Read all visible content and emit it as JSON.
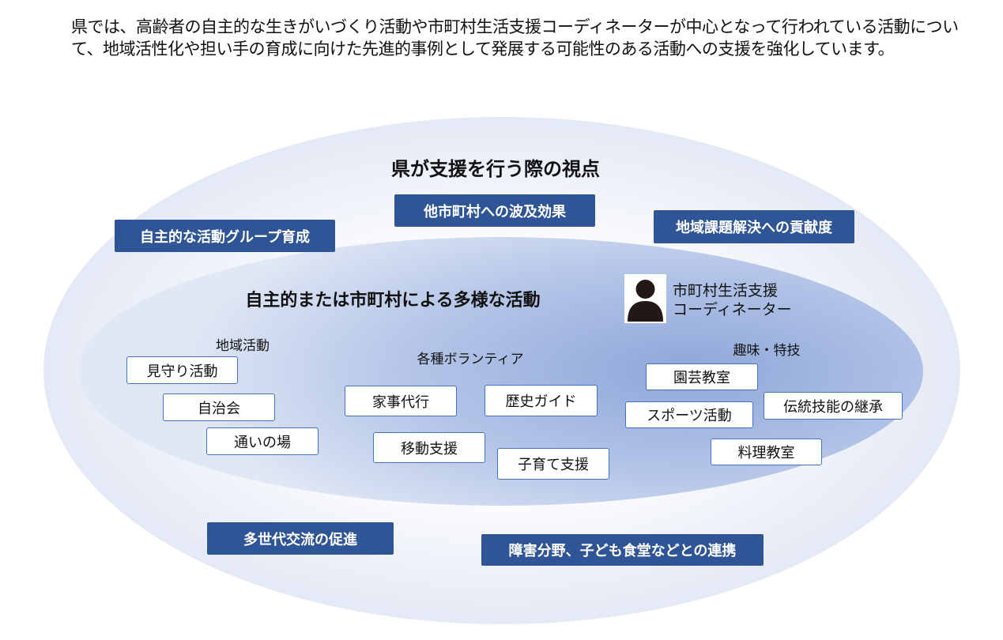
{
  "intro": "県では、高齢者の自主的な生きがいづくり活動や市町村生活支援コーディネーターが中心となって行われている活動について、地域活性化や担い手の育成に向けた先進的事例として発展する可能性のある活動への支援を強化しています。",
  "outer_title": "県が支援を行う際の視点",
  "viewpoints": [
    "他市町村への波及効果",
    "自主的な活動グループ育成",
    "地域課題解決への貢献度",
    "多世代交流の促進",
    "障害分野、子ども食堂などとの連携"
  ],
  "inner_title": "自主的または市町村による多様な活動",
  "coordinator": {
    "line1": "市町村生活支援",
    "line2": "コーディネーター"
  },
  "groups": {
    "local": {
      "label": "地域活動",
      "items": [
        "見守り活動",
        "自治会",
        "通いの場"
      ]
    },
    "volunteer": {
      "label": "各種ボランティア",
      "items": [
        "家事代行",
        "歴史ガイド",
        "移動支援",
        "子育て支援"
      ]
    },
    "hobby": {
      "label": "趣味・特技",
      "items": [
        "園芸教室",
        "スポーツ活動",
        "伝統技能の継承",
        "料理教室"
      ]
    }
  },
  "colors": {
    "dark_box": "#2f5597",
    "box_border": "#4472c4"
  }
}
